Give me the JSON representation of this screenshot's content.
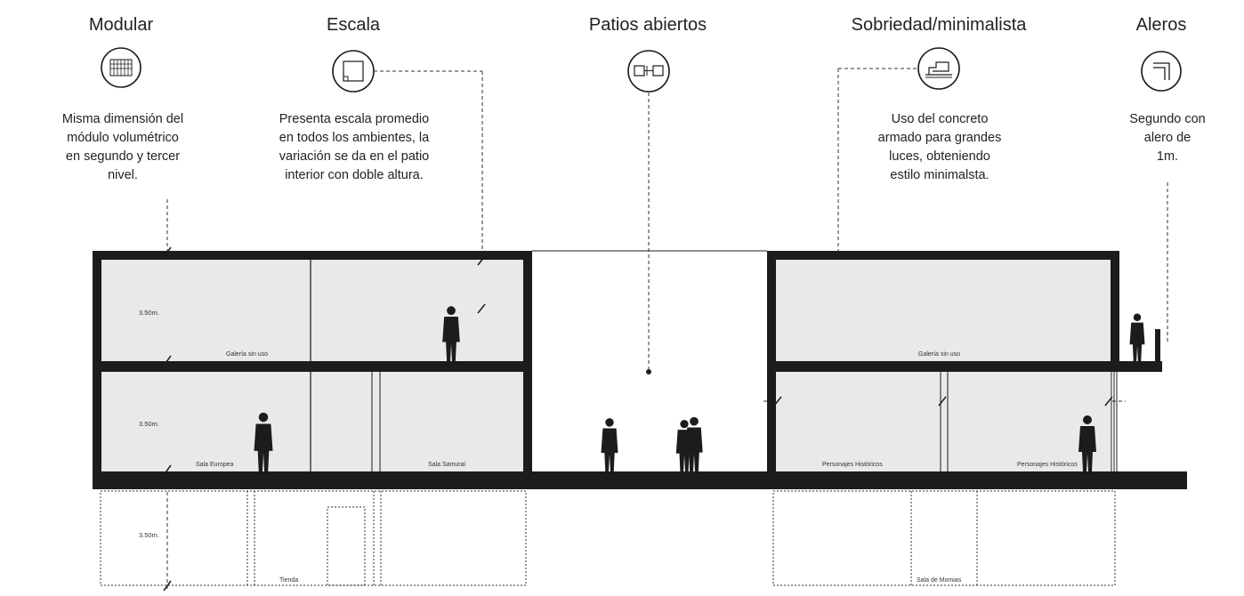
{
  "concepts": {
    "modular": {
      "title": "Modular",
      "description": "Misma dimensión del\nmódulo volumétrico\nen segundo y tercer\nnivel.",
      "icon": "modular-grid-icon"
    },
    "escala": {
      "title": "Escala",
      "description": "Presenta escala promedio\nen todos los ambientes, la\nvariación se da en el patio\ninterior con doble altura.",
      "icon": "scale-square-icon"
    },
    "patios": {
      "title": "Patios abiertos",
      "description": "",
      "icon": "patio-plan-icon"
    },
    "sobriedad": {
      "title": "Sobriedad/minimalista",
      "description": "Uso del concreto\narmado para grandes\nluces, obteniendo\nestilo minimalsta.",
      "icon": "minimal-volume-icon"
    },
    "aleros": {
      "title": "Aleros",
      "description": "Segundo con alero de\n1m.",
      "icon": "eave-icon"
    }
  },
  "section": {
    "level_labels": [
      "3.50m.",
      "3.50m.",
      "3.50m."
    ],
    "rooms": {
      "galeria_left": "Galería sin uso",
      "sala_europea": "Sala Europea",
      "sala_samurai": "Sala Samurai",
      "tienda": "Tienda",
      "galeria_right": "Galería sin uso",
      "personajes_1": "Personajes Históricos",
      "personajes_2": "Personajes Históricos",
      "sala_momias": "Sala de Momias"
    }
  },
  "colors": {
    "structure": "#1c1c1c",
    "room_fill": "#e9e9e9",
    "background": "#ffffff",
    "dashed": "#333333"
  }
}
